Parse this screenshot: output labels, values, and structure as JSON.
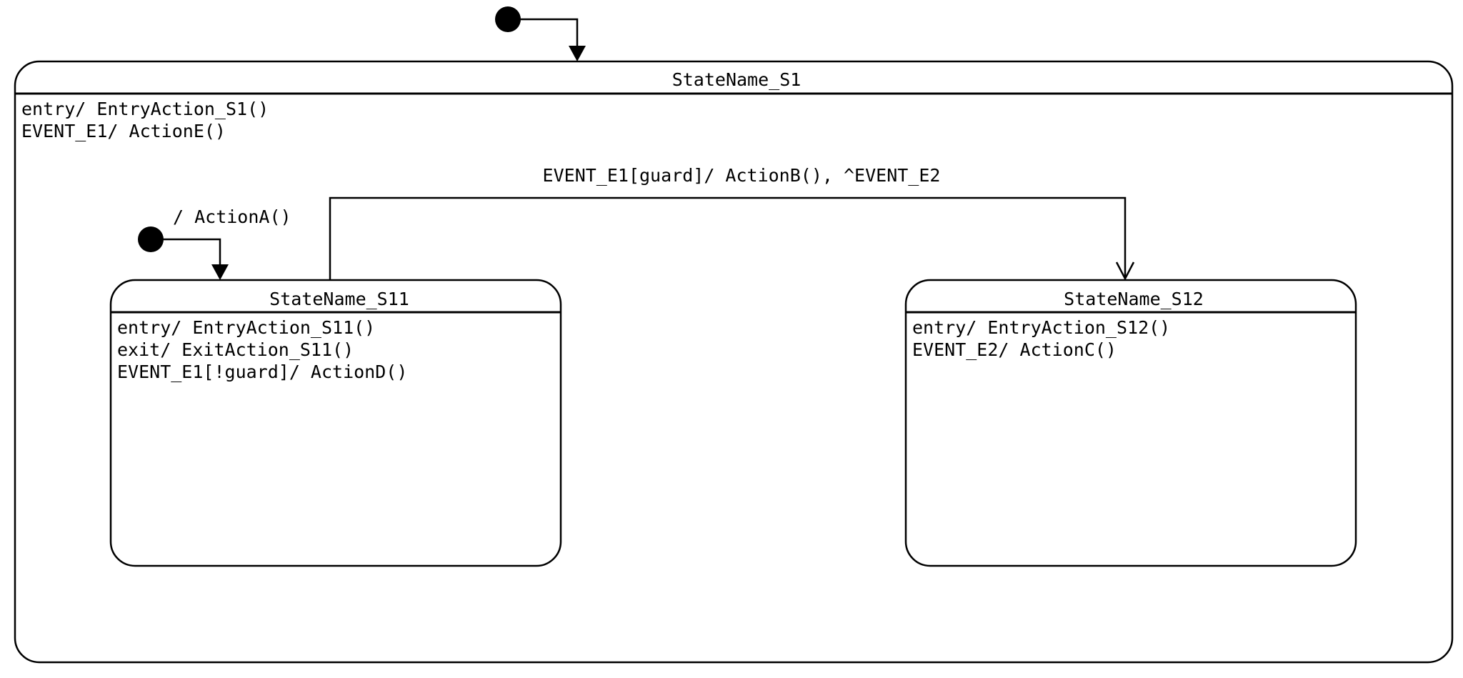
{
  "diagram": {
    "outer_state": {
      "name": "StateName_S1",
      "activities": [
        "entry/ EntryAction_S1()",
        "EVENT_E1/ ActionE()"
      ]
    },
    "state_s11": {
      "name": "StateName_S11",
      "activities": [
        "entry/ EntryAction_S11()",
        "exit/ ExitAction_S11()",
        "EVENT_E1[!guard]/ ActionD()"
      ]
    },
    "state_s12": {
      "name": "StateName_S12",
      "activities": [
        "entry/ EntryAction_S12()",
        "EVENT_E2/ ActionC()"
      ]
    },
    "transitions": {
      "inner_initial_label": "/ ActionA()",
      "s11_to_s12_label": "EVENT_E1[guard]/ ActionB(), ^EVENT_E2"
    }
  }
}
